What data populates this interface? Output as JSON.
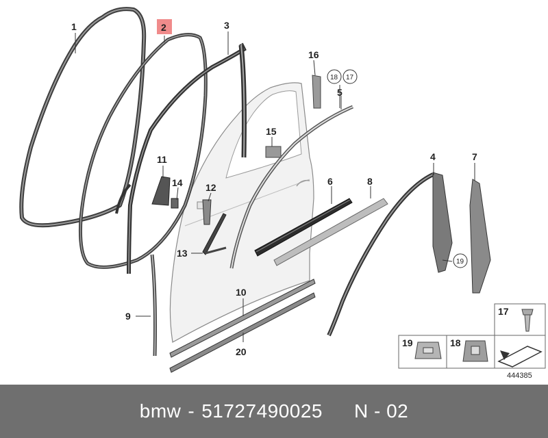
{
  "brand": "bmw",
  "part_number": "51727490025",
  "revision": "N - 02",
  "separator": "-",
  "diagram_ref": "444385",
  "highlight_color": "#f08b8b",
  "footer_color": "#6f6f6f",
  "callouts": {
    "c1": "1",
    "c2": "2",
    "c3": "3",
    "c4": "4",
    "c5": "5",
    "c6": "6",
    "c7": "7",
    "c8": "8",
    "c9": "9",
    "c10": "10",
    "c11": "11",
    "c12": "12",
    "c13": "13",
    "c14": "14",
    "c15": "15",
    "c16": "16",
    "c17": "17",
    "c18": "18",
    "c19": "19",
    "c20": "20"
  },
  "circled": {
    "a": "18",
    "b": "17",
    "c": "19"
  },
  "legend": {
    "p17": "17",
    "p19": "19",
    "p18": "18"
  }
}
